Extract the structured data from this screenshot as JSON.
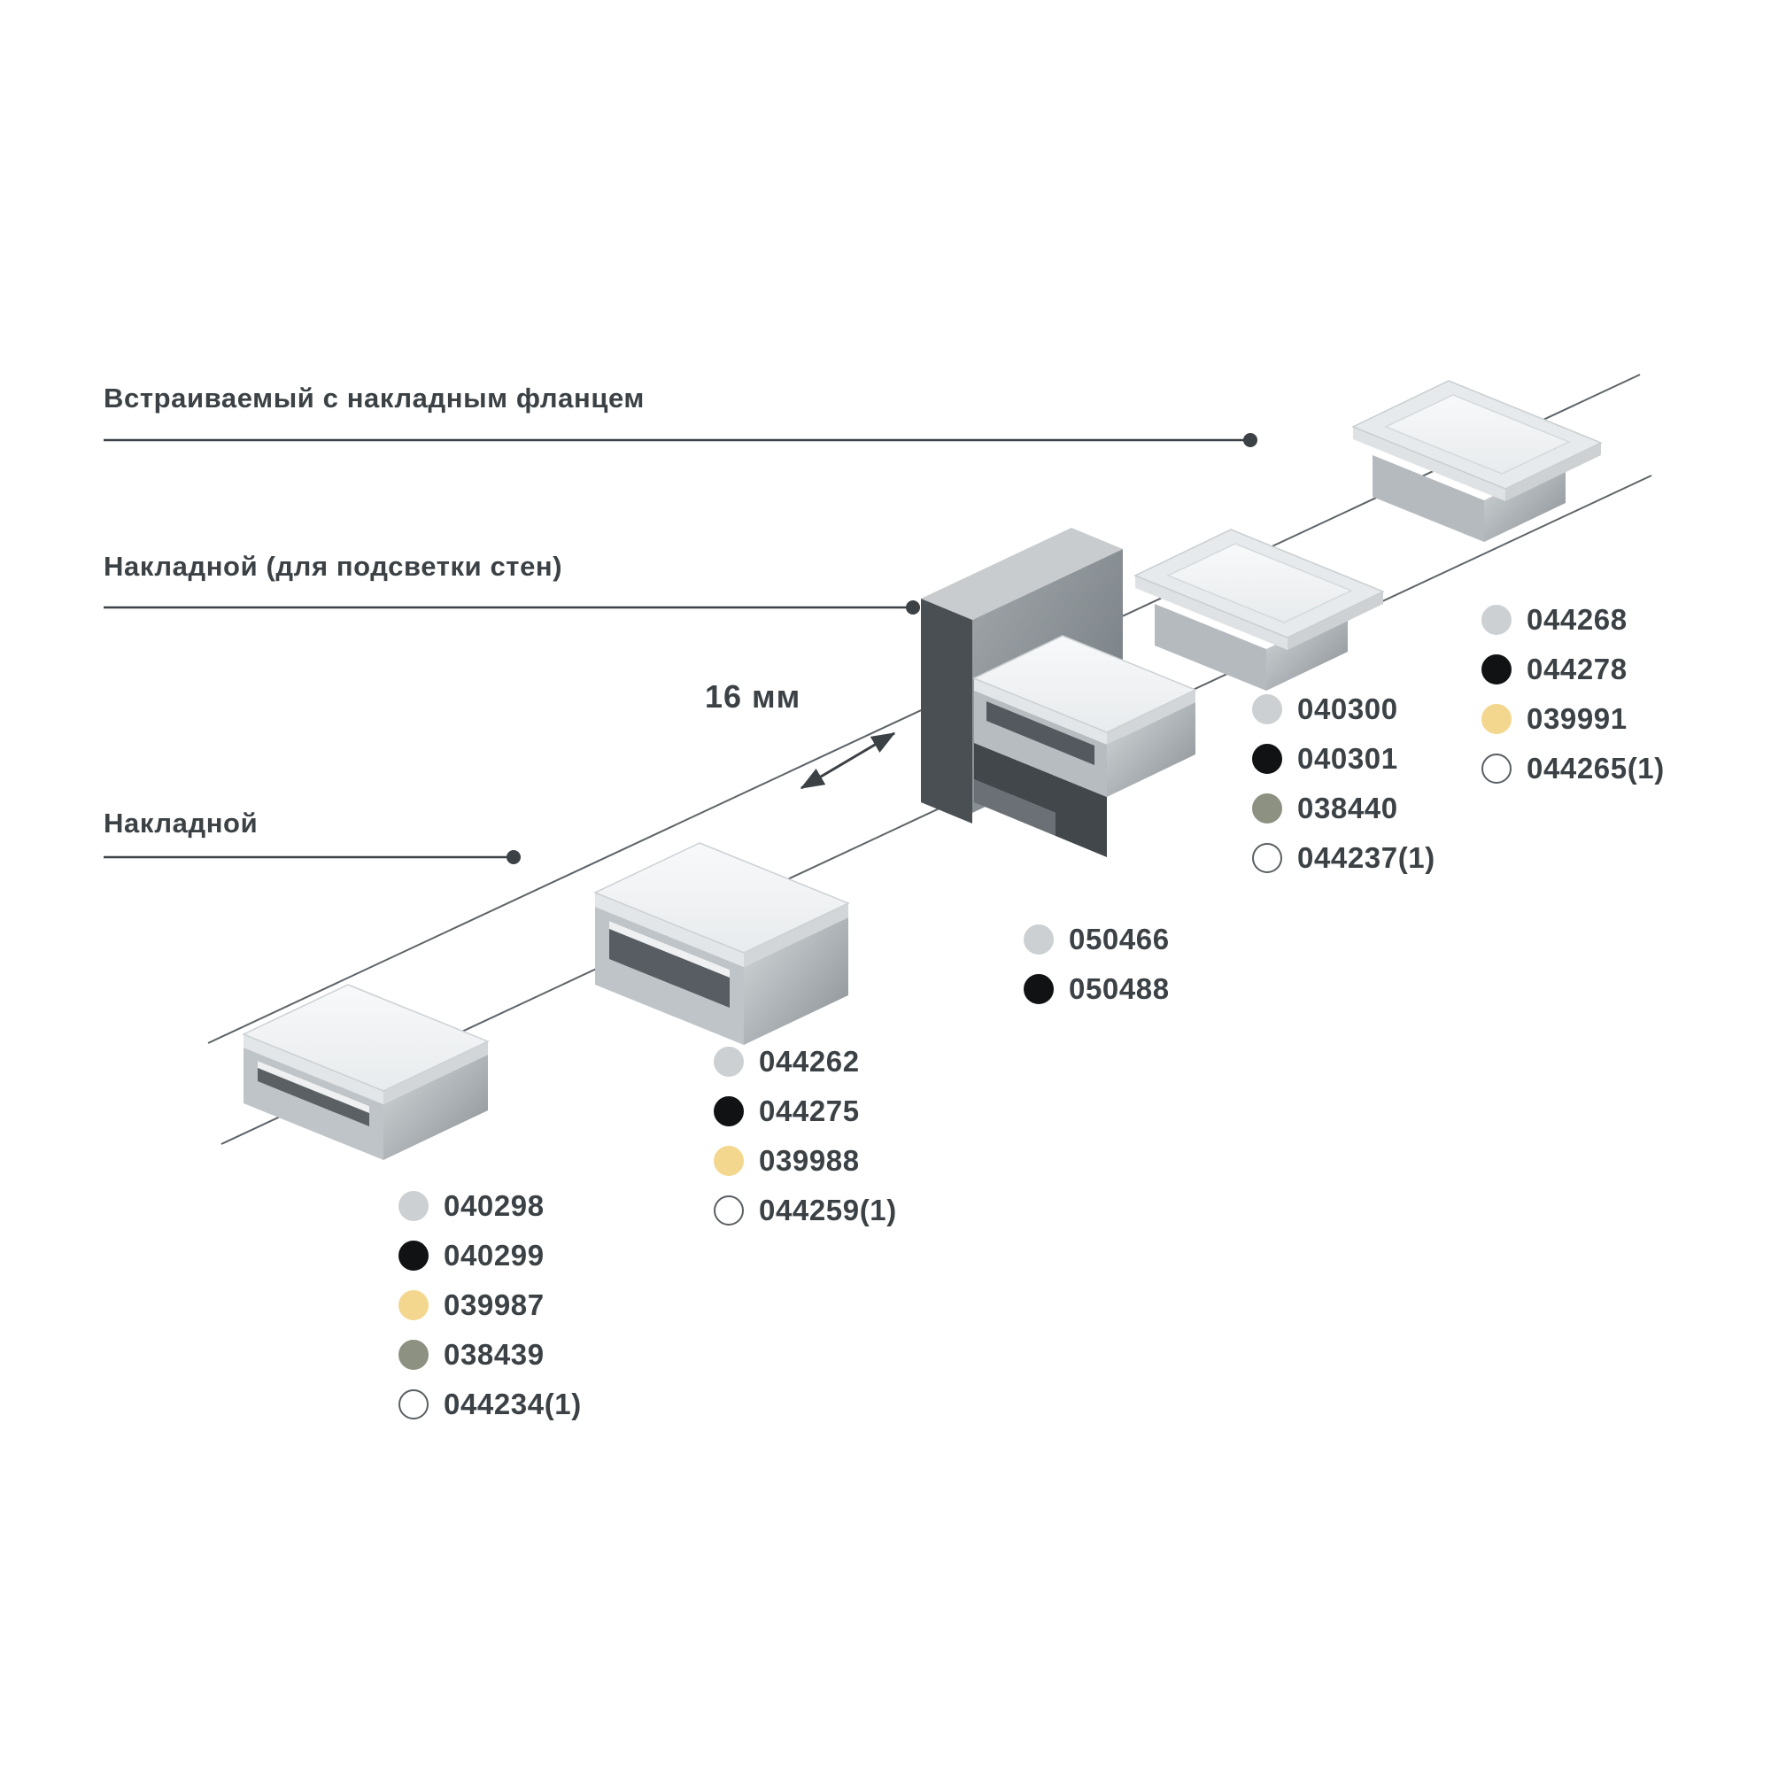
{
  "page": {
    "background": "#ffffff"
  },
  "labels": {
    "recessed_flange": "Встраиваемый с накладным фланцем",
    "surface_wall": "Накладной (для подсветки стен)",
    "surface": "Накладной"
  },
  "dimension": {
    "value": "16 мм"
  },
  "colors": {
    "text": "#3b4145",
    "leader_line": "#3b4145",
    "axis_line": "#5d6367",
    "swatch_silver": "#ccd0d3",
    "swatch_black": "#101214",
    "swatch_gold": "#f4d78e",
    "swatch_olive": "#8d9181",
    "swatch_white": "#ffffff"
  },
  "groups": [
    {
      "profile": "surface-mounted-low",
      "items": [
        {
          "swatch": "silver",
          "hex": "#ccd0d3",
          "border": "#ccd0d3",
          "code": "040298"
        },
        {
          "swatch": "black",
          "hex": "#101214",
          "border": "#101214",
          "code": "040299"
        },
        {
          "swatch": "gold",
          "hex": "#f4d78e",
          "border": "#f4d78e",
          "code": "039987"
        },
        {
          "swatch": "olive",
          "hex": "#8d9181",
          "border": "#8d9181",
          "code": "038439"
        },
        {
          "swatch": "white",
          "hex": "#ffffff",
          "border": "#595f63",
          "code": "044234(1)"
        }
      ]
    },
    {
      "profile": "surface-mounted-deep",
      "items": [
        {
          "swatch": "silver",
          "hex": "#ccd0d3",
          "border": "#ccd0d3",
          "code": "044262"
        },
        {
          "swatch": "black",
          "hex": "#101214",
          "border": "#101214",
          "code": "044275"
        },
        {
          "swatch": "gold",
          "hex": "#f4d78e",
          "border": "#f4d78e",
          "code": "039988"
        },
        {
          "swatch": "white",
          "hex": "#ffffff",
          "border": "#595f63",
          "code": "044259(1)"
        }
      ]
    },
    {
      "profile": "wall-washer",
      "items": [
        {
          "swatch": "silver",
          "hex": "#ccd0d3",
          "border": "#ccd0d3",
          "code": "050466"
        },
        {
          "swatch": "black",
          "hex": "#101214",
          "border": "#101214",
          "code": "050488"
        }
      ]
    },
    {
      "profile": "recessed-flange-near",
      "items": [
        {
          "swatch": "silver",
          "hex": "#ccd0d3",
          "border": "#ccd0d3",
          "code": "040300"
        },
        {
          "swatch": "black",
          "hex": "#101214",
          "border": "#101214",
          "code": "040301"
        },
        {
          "swatch": "olive",
          "hex": "#8d9181",
          "border": "#8d9181",
          "code": "038440"
        },
        {
          "swatch": "white",
          "hex": "#ffffff",
          "border": "#595f63",
          "code": "044237(1)"
        }
      ]
    },
    {
      "profile": "recessed-flange-far",
      "items": [
        {
          "swatch": "silver",
          "hex": "#ccd0d3",
          "border": "#ccd0d3",
          "code": "044268"
        },
        {
          "swatch": "black",
          "hex": "#101214",
          "border": "#101214",
          "code": "044278"
        },
        {
          "swatch": "gold",
          "hex": "#f4d78e",
          "border": "#f4d78e",
          "code": "039991"
        },
        {
          "swatch": "white",
          "hex": "#ffffff",
          "border": "#595f63",
          "code": "044265(1)"
        }
      ]
    }
  ]
}
